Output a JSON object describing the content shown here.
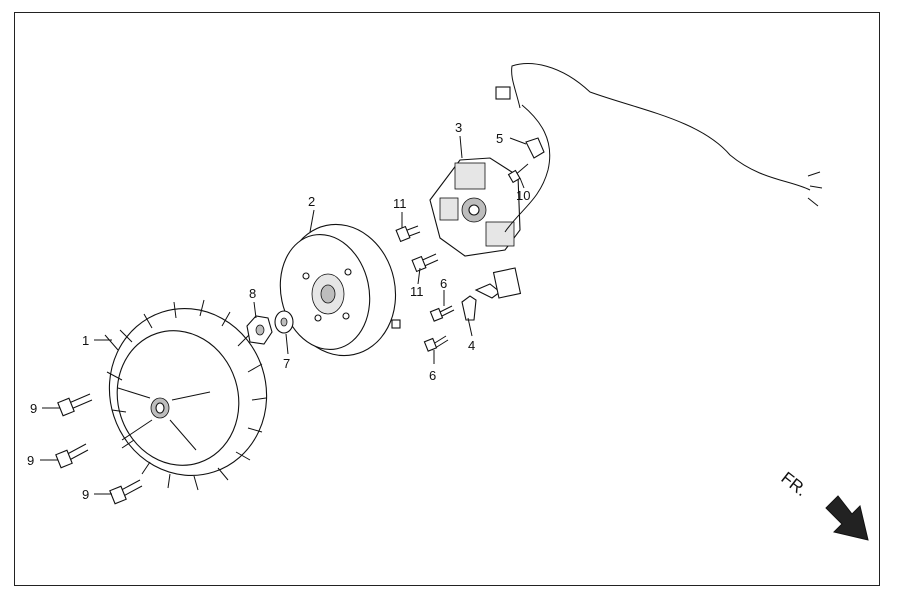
{
  "callouts": {
    "c1": "1",
    "c2": "2",
    "c3": "3",
    "c4": "4",
    "c5": "5",
    "c6a": "6",
    "c6b": "6",
    "c7": "7",
    "c8": "8",
    "c9a": "9",
    "c9b": "9",
    "c9c": "9",
    "c10": "10",
    "c11a": "11",
    "c11b": "11"
  },
  "direction": {
    "label": "FR.",
    "arrow_icon": "front-direction-arrow-icon"
  }
}
